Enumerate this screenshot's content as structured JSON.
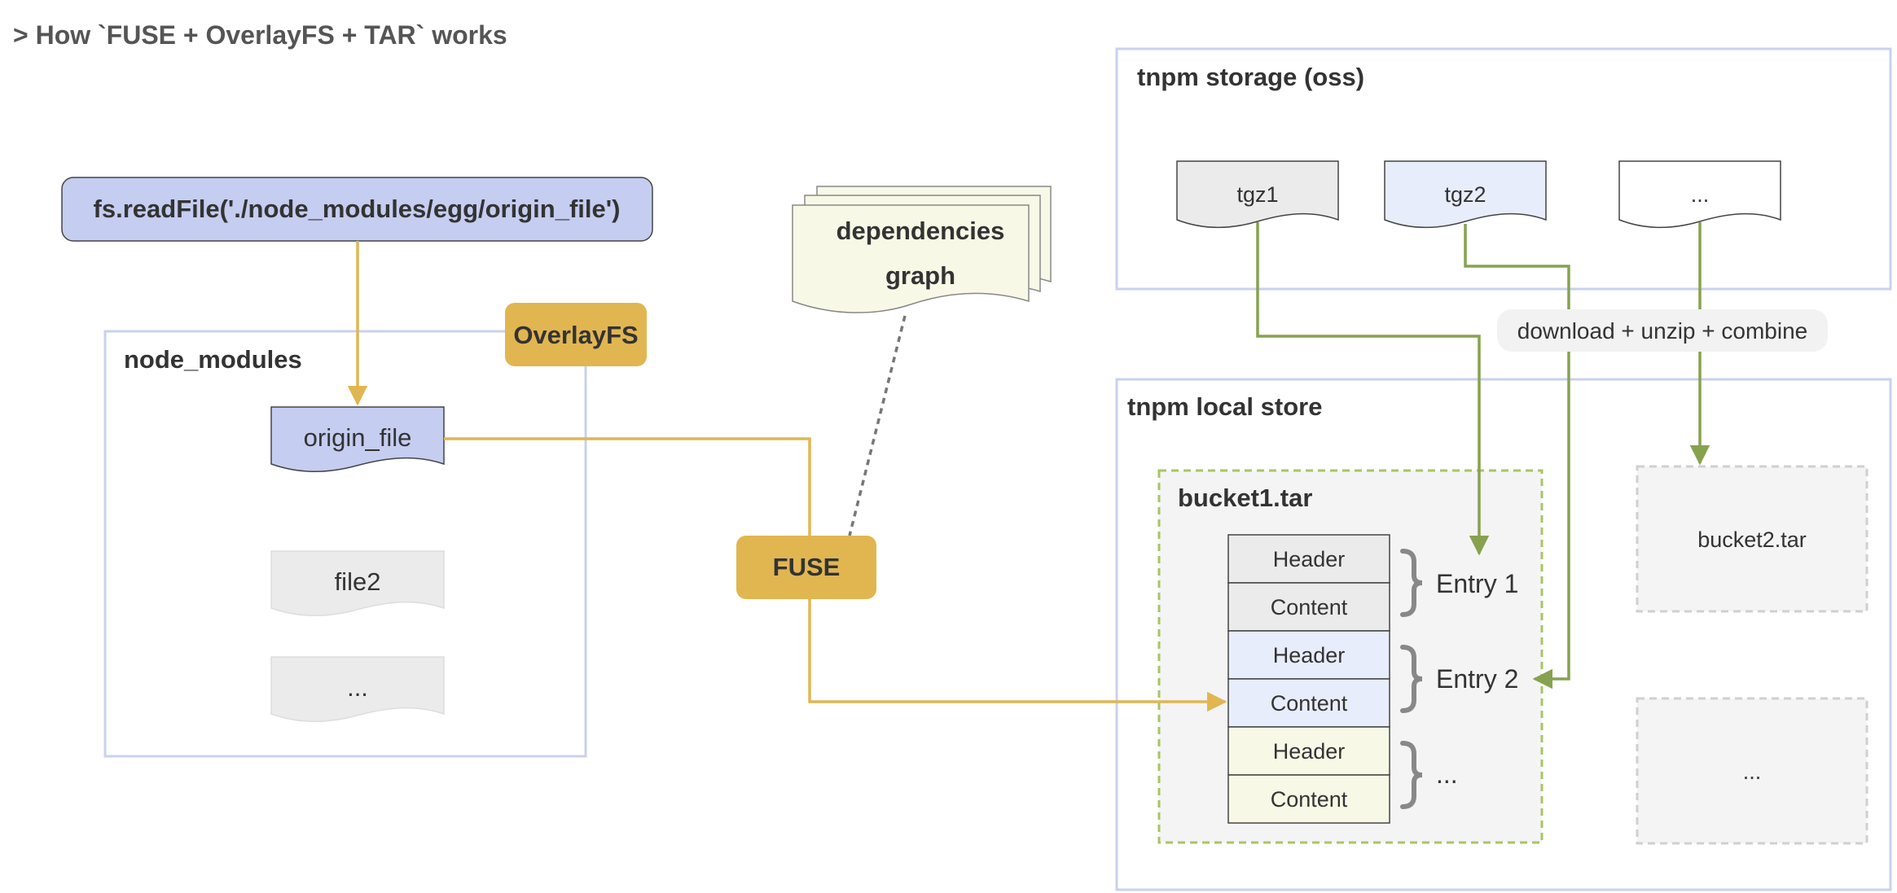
{
  "title": "> How `FUSE + OverlayFS + TAR` works",
  "call": {
    "label": "fs.readFile('./node_modules/egg/origin_file')"
  },
  "overlayfs": {
    "label": "OverlayFS"
  },
  "node_modules": {
    "label": "node_modules",
    "files": [
      "origin_file",
      "file2",
      "..."
    ]
  },
  "dependencies_graph": {
    "line1": "dependencies",
    "line2": "graph"
  },
  "fuse": {
    "label": "FUSE"
  },
  "storage": {
    "label": "tnpm storage (oss)",
    "packages": [
      "tgz1",
      "tgz2",
      "..."
    ]
  },
  "download_label": "download + unzip + combine",
  "local_store": {
    "label": "tnpm local store",
    "bucket1": {
      "label": "bucket1.tar",
      "rows": [
        "Header",
        "Content",
        "Header",
        "Content",
        "Header",
        "Content"
      ],
      "entries": [
        "Entry 1",
        "Entry 2",
        "..."
      ]
    },
    "bucket2": {
      "label": "bucket2.tar"
    },
    "more": {
      "label": "..."
    }
  },
  "colors": {
    "blue_fill": "#c5cdf0",
    "blue_border": "#c9d1ee",
    "gold": "#e1b651",
    "green": "#86a24f",
    "yellow_green_fill": "#f7f9e6",
    "gray_fill": "#ebebeb",
    "light_blue_fill": "#e8edfb"
  }
}
